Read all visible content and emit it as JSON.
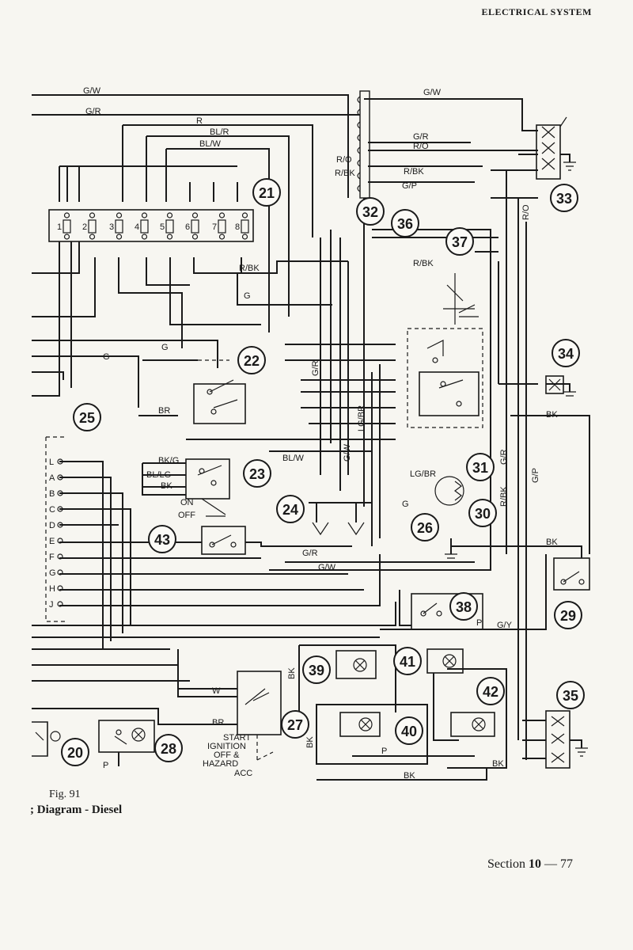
{
  "header": "ELECTRICAL SYSTEM",
  "figure": {
    "number": "Fig. 91",
    "title": "; Diagram - Diesel"
  },
  "page_ref": {
    "prefix": "Section ",
    "section": "10",
    "suffix": " — 77"
  },
  "wire_labels": {
    "gw_top": "G/W",
    "gr_top": "G/R",
    "r": "R",
    "blr": "BL/R",
    "blw": "BL/W",
    "gw_right": "G/W",
    "gr_right": "G/R",
    "ro_right": "R/O",
    "ro_left": "R/O",
    "rbk_left": "R/BK",
    "rbk_right": "R/BK",
    "gp_top": "G/P",
    "ro_vert": "R/O",
    "rbk_36": "R/BK",
    "rbk_fuse": "R/BK",
    "g_mid": "G",
    "g_mid2": "G",
    "g_left": "G",
    "br_22": "BR",
    "gr_vert": "G/R",
    "lgbr_vert": "LG/BR",
    "gw_vert": "G/W",
    "blw_23": "BL/W",
    "bkg": "BK/G",
    "bllg": "BL/LG",
    "bk_23": "BK",
    "lgbr_26": "LG/BR",
    "g_26": "G",
    "gr_31": "G/R",
    "gp_31": "G/P",
    "rbk_31": "R/BK",
    "bk_34": "BK",
    "bk_29": "BK",
    "gr_43": "G/R",
    "gw_43": "G/W",
    "gy": "G/Y",
    "p_38": "P",
    "bk_39": "BK",
    "bk_40": "BK",
    "p_40": "P",
    "bk_bottom": "BK",
    "bk_42": "BK",
    "w_27": "W",
    "br_27": "BR",
    "p_28": "P"
  },
  "fuse_numbers": [
    "1",
    "2",
    "3",
    "4",
    "5",
    "6",
    "7",
    "8"
  ],
  "connector_letters": [
    "L",
    "A",
    "B",
    "C",
    "D",
    "E",
    "F",
    "G",
    "H",
    "J"
  ],
  "switch_labels": {
    "on": "ON",
    "off": "OFF"
  },
  "ignition_labels": {
    "start": "START",
    "ignition": "IGNITION",
    "off_hazard": "OFF &",
    "hazard": "HAZARD",
    "acc": "ACC"
  },
  "component_numbers": {
    "c20": "20",
    "c21": "21",
    "c22": "22",
    "c23": "23",
    "c24": "24",
    "c25": "25",
    "c26": "26",
    "c27": "27",
    "c28": "28",
    "c29": "29",
    "c30": "30",
    "c31": "31",
    "c32": "32",
    "c33": "33",
    "c34": "34",
    "c35": "35",
    "c36": "36",
    "c37": "37",
    "c38": "38",
    "c39": "39",
    "c40": "40",
    "c41": "41",
    "c42": "42",
    "c43": "43"
  }
}
